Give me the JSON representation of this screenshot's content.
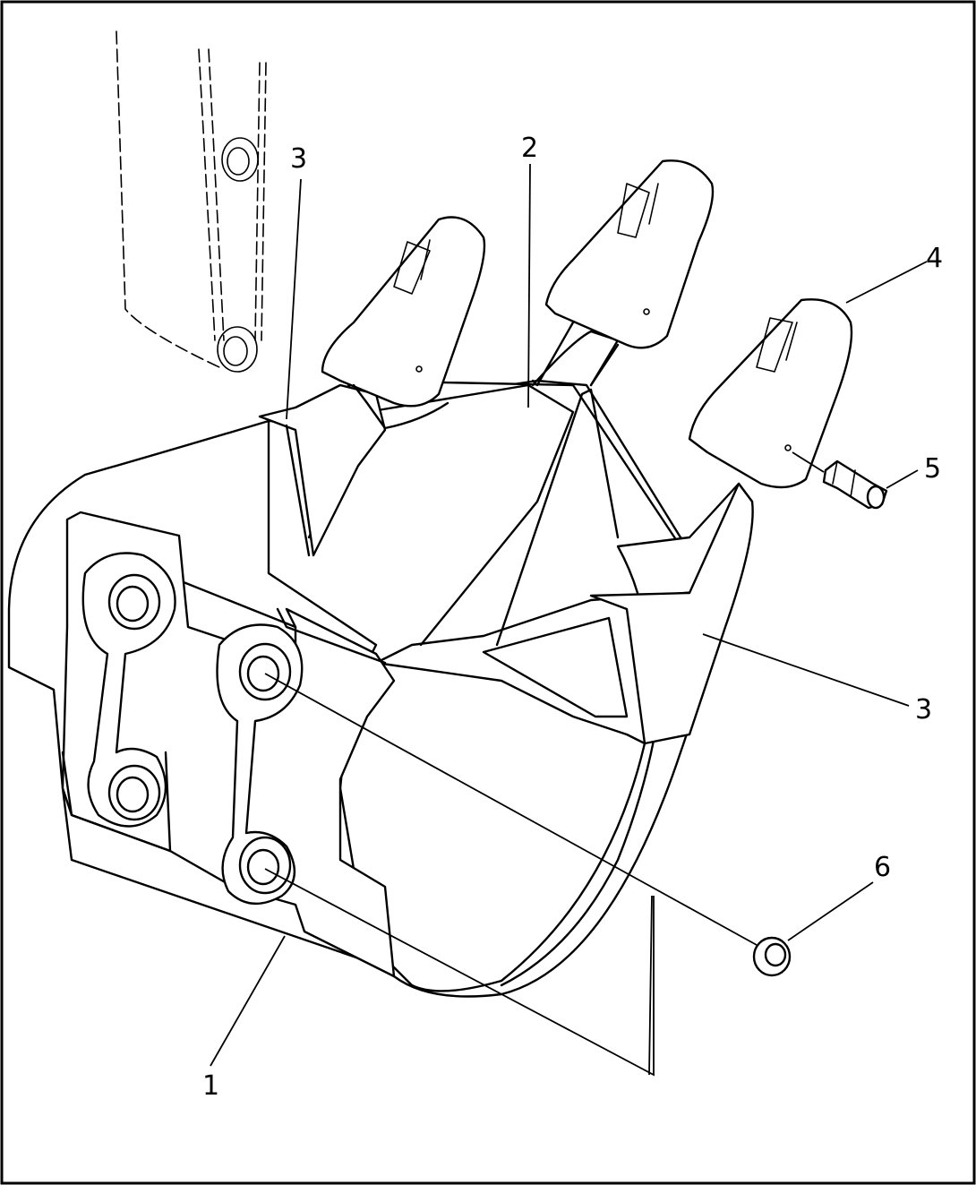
{
  "diagram": {
    "callouts": [
      {
        "id": "c1",
        "label": "1"
      },
      {
        "id": "c2",
        "label": "2"
      },
      {
        "id": "c3a",
        "label": "3"
      },
      {
        "id": "c3b",
        "label": "3"
      },
      {
        "id": "c4",
        "label": "4"
      },
      {
        "id": "c5",
        "label": "5"
      },
      {
        "id": "c6",
        "label": "6"
      }
    ]
  }
}
